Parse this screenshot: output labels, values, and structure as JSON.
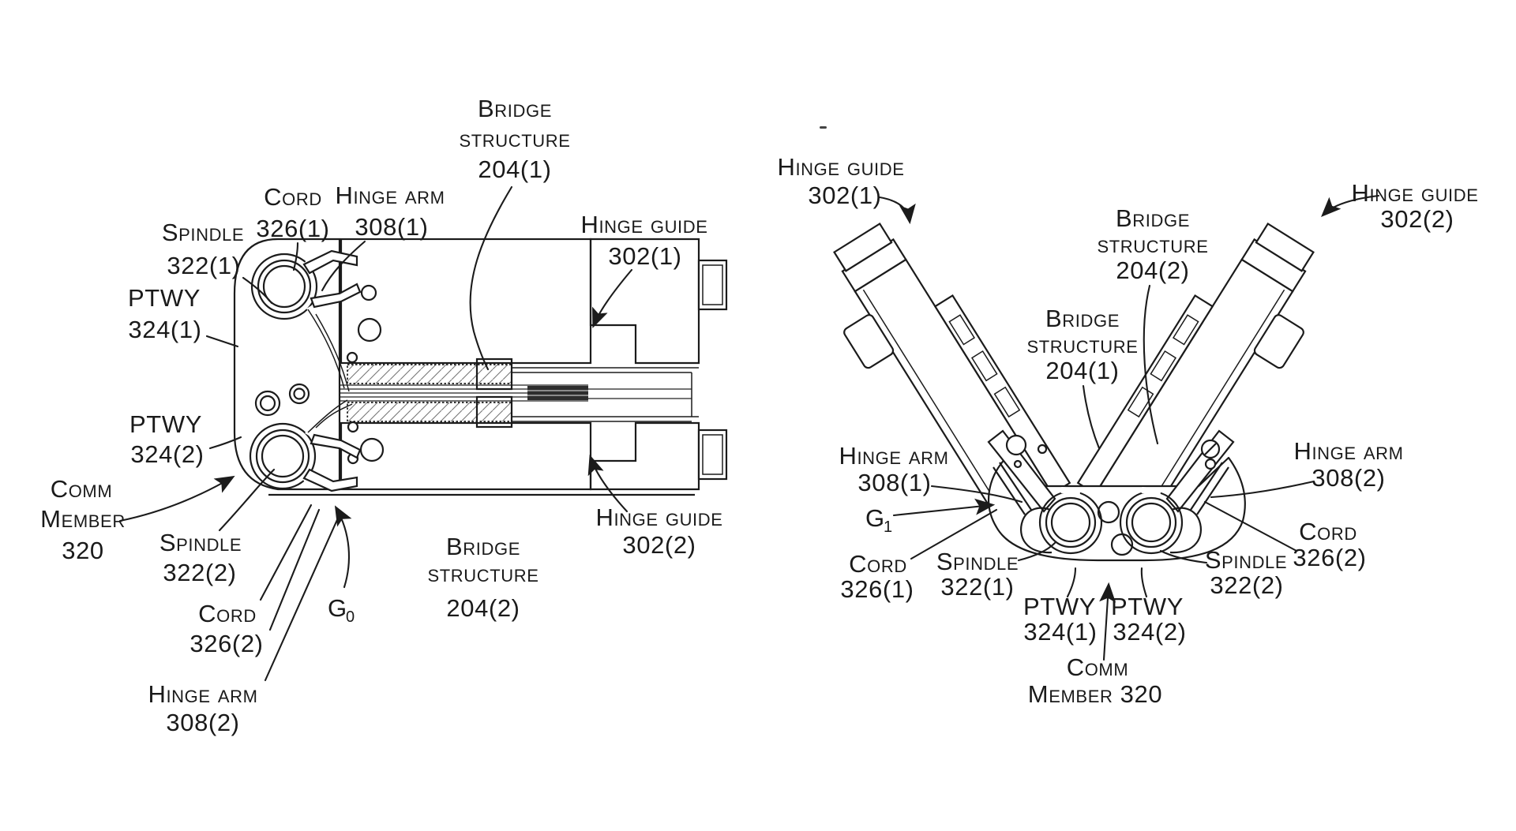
{
  "figure": {
    "background": "#ffffff",
    "ink_color": "#1b1b1b",
    "hatch_color": "#777777"
  },
  "left_view": {
    "description": "closed hinge cross-section",
    "gap_label": {
      "base": "G",
      "sub": "0"
    },
    "labels": {
      "bridge_structure_1": [
        "Bridge",
        "structure",
        "204(1)"
      ],
      "cord_1": [
        "Cord",
        "326(1)"
      ],
      "hinge_arm_1": [
        "Hinge arm",
        "308(1)"
      ],
      "spindle_1": [
        "Spindle",
        "322(1)"
      ],
      "ptwy_1": [
        "PTWY",
        "324(1)"
      ],
      "ptwy_2": [
        "PTWY",
        "324(2)"
      ],
      "comm_member": [
        "Comm",
        "Member",
        "320"
      ],
      "spindle_2": [
        "Spindle",
        "322(2)"
      ],
      "cord_2": [
        "Cord",
        "326(2)"
      ],
      "hinge_arm_2": [
        "Hinge arm",
        "308(2)"
      ],
      "hinge_guide_1": [
        "Hinge guide",
        "302(1)"
      ],
      "hinge_guide_2": [
        "Hinge guide",
        "302(2)"
      ],
      "bridge_structure_2": [
        "Bridge",
        "structure",
        "204(2)"
      ]
    }
  },
  "right_view": {
    "description": "open hinge cross-section",
    "gap_label": {
      "base": "G",
      "sub": "1"
    },
    "labels": {
      "hinge_guide_1": [
        "Hinge guide",
        "302(1)"
      ],
      "hinge_guide_2": [
        "Hinge guide",
        "302(2)"
      ],
      "bridge_structure_2": [
        "Bridge",
        "structure",
        "204(2)"
      ],
      "bridge_structure_1": [
        "Bridge",
        "structure",
        "204(1)"
      ],
      "hinge_arm_1": [
        "Hinge arm",
        "308(1)"
      ],
      "cord_1": [
        "Cord",
        "326(1)"
      ],
      "spindle_1": [
        "Spindle",
        "322(1)"
      ],
      "ptwy_1": [
        "PTWY",
        "324(1)"
      ],
      "ptwy_2": [
        "PTWY",
        "324(2)"
      ],
      "comm_member": [
        "Comm",
        "Member 320"
      ],
      "spindle_2": [
        "Spindle",
        "322(2)"
      ],
      "cord_2": [
        "Cord",
        "326(2)"
      ],
      "hinge_arm_2": [
        "Hinge arm",
        "308(2)"
      ]
    }
  }
}
